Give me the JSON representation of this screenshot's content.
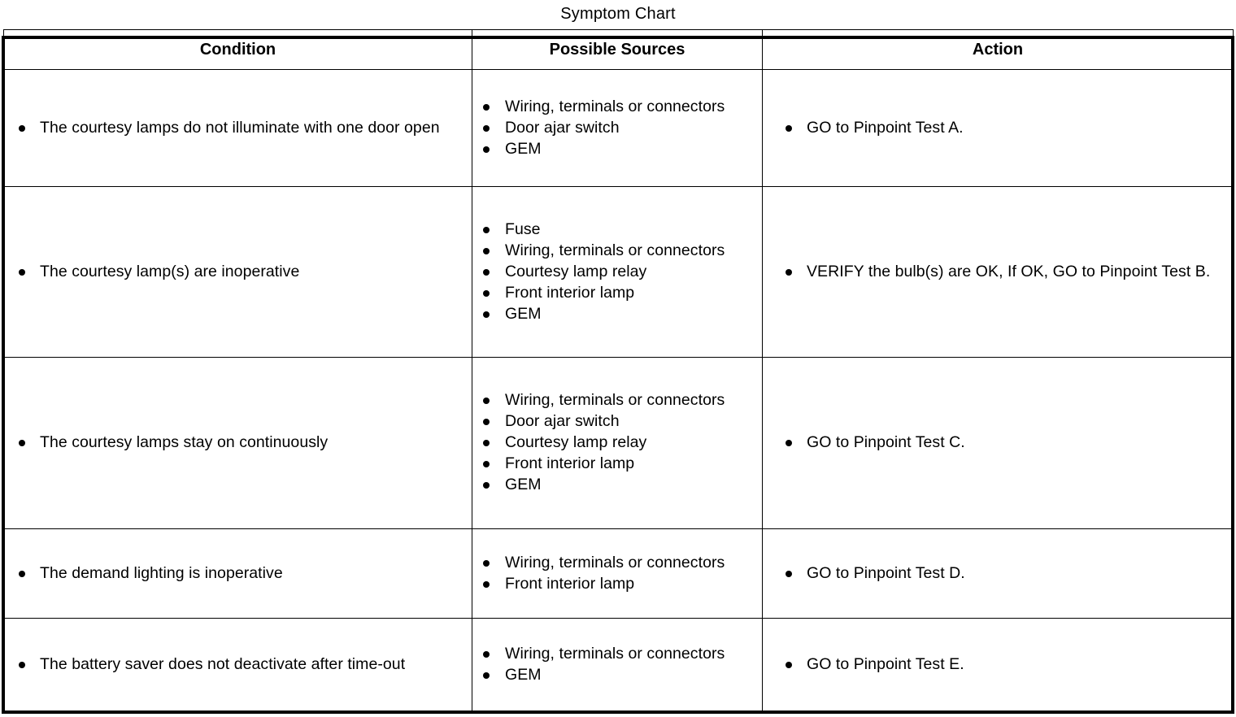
{
  "title": "Symptom Chart",
  "table": {
    "headers": [
      "Condition",
      "Possible Sources",
      "Action"
    ],
    "rows": [
      {
        "condition": [
          "The courtesy lamps do not illuminate with one door open"
        ],
        "sources": [
          "Wiring, terminals or connectors",
          "Door ajar switch",
          "GEM"
        ],
        "action": [
          "GO to Pinpoint Test A."
        ]
      },
      {
        "condition": [
          "The courtesy lamp(s) are inoperative"
        ],
        "sources": [
          "Fuse",
          "Wiring, terminals or connectors",
          "Courtesy lamp relay",
          "Front interior lamp",
          "GEM"
        ],
        "action": [
          "VERIFY the bulb(s) are OK, If OK, GO to Pinpoint Test B."
        ]
      },
      {
        "condition": [
          "The courtesy lamps stay on continuously"
        ],
        "sources": [
          "Wiring, terminals or connectors",
          "Door ajar switch",
          "Courtesy lamp relay",
          "Front interior lamp",
          "GEM"
        ],
        "action": [
          "GO to Pinpoint Test C."
        ]
      },
      {
        "condition": [
          "The demand lighting is inoperative"
        ],
        "sources": [
          "Wiring, terminals or connectors",
          "Front interior lamp"
        ],
        "action": [
          "GO to Pinpoint Test D."
        ]
      },
      {
        "condition": [
          "The battery saver does not deactivate after time-out"
        ],
        "sources": [
          "Wiring, terminals or connectors",
          "GEM"
        ],
        "action": [
          "GO to Pinpoint Test E."
        ]
      }
    ]
  },
  "colors": {
    "border": "#000000",
    "text": "#000000",
    "background": "#ffffff"
  }
}
